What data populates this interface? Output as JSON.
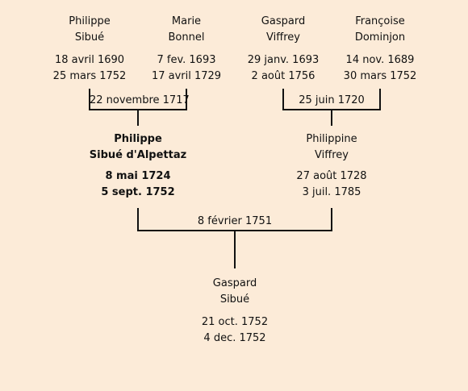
{
  "grandparents": [
    {
      "first": "Philippe",
      "last": "Sibué",
      "birth": "18 avril 1690",
      "death": "25 mars 1752"
    },
    {
      "first": "Marie",
      "last": "Bonnel",
      "birth": "7 fev. 1693",
      "death": "17 avril 1729"
    },
    {
      "first": "Gaspard",
      "last": "Viffrey",
      "birth": "29 janv. 1693",
      "death": "2 août 1756"
    },
    {
      "first": "Françoise",
      "last": "Dominjon",
      "birth": "14 nov. 1689",
      "death": "30 mars 1752"
    }
  ],
  "marriages": {
    "paternal": "22 novembre 1717",
    "maternal": "25 juin 1720",
    "parents": "8 février 1751"
  },
  "father": {
    "first": "Philippe",
    "last": "Sibué d'Alpettaz",
    "birth": "8 mai 1724",
    "death": "5 sept. 1752"
  },
  "mother": {
    "first": "Philippine",
    "last": "Viffrey",
    "birth": "27 août 1728",
    "death": "3 juil. 1785"
  },
  "child": {
    "first": "Gaspard",
    "last": "Sibué",
    "birth": "21 oct. 1752",
    "death": "4 dec. 1752"
  }
}
